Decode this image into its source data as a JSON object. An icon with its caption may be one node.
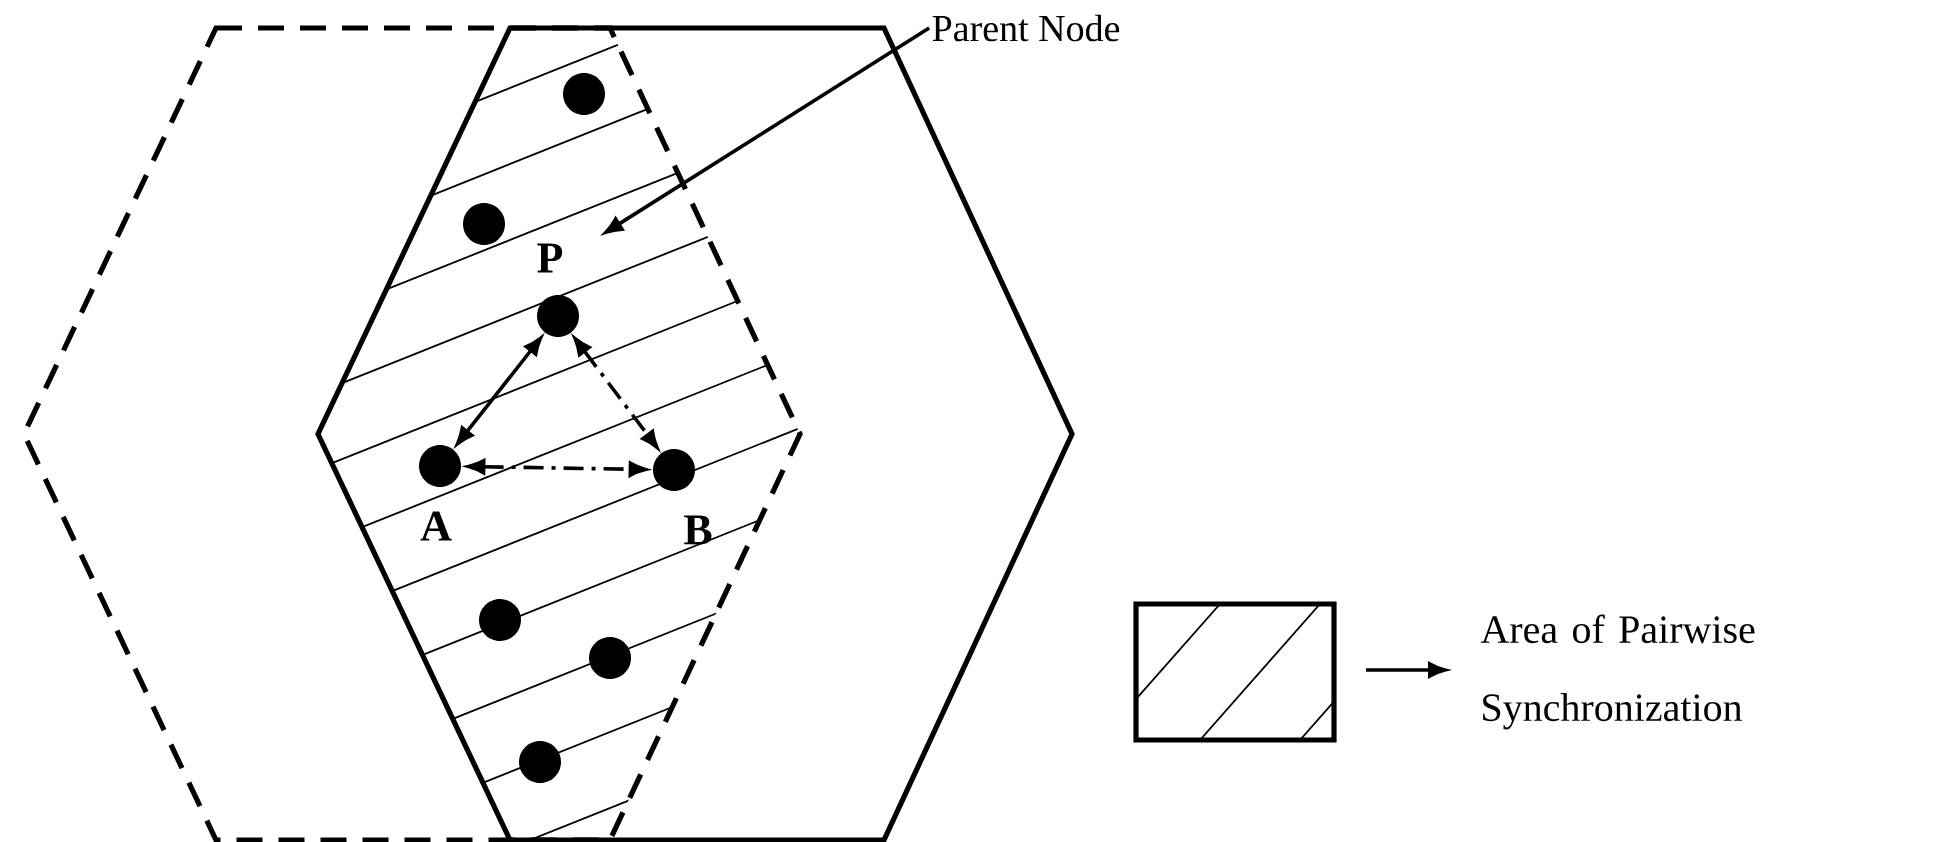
{
  "diagram": {
    "nodes": [
      {
        "text": [
          "Parent Node"
        ]
      },
      {
        "text": [],
        "shape": "circle"
      },
      {
        "text": [],
        "shape": "circle"
      },
      {
        "text": [
          "P"
        ]
      },
      {
        "text": [
          "A"
        ]
      },
      {
        "text": [
          "B"
        ]
      },
      {
        "text": [],
        "shape": "circle"
      },
      {
        "text": [],
        "shape": "circle"
      },
      {
        "text": [],
        "shape": "circle"
      }
    ],
    "edges": [
      {
        "from": 0,
        "to": 3,
        "arrow": "to"
      },
      {
        "from": 3,
        "to": 4,
        "arrow": "both"
      },
      {
        "from": 3,
        "to": 5,
        "arrow": "both",
        "style": "dashed"
      },
      {
        "from": 4,
        "to": 5,
        "arrow": "both",
        "style": "dashed"
      }
    ],
    "legend": [
      {
        "text": "Area of Pairwise Synchronization"
      }
    ]
  }
}
